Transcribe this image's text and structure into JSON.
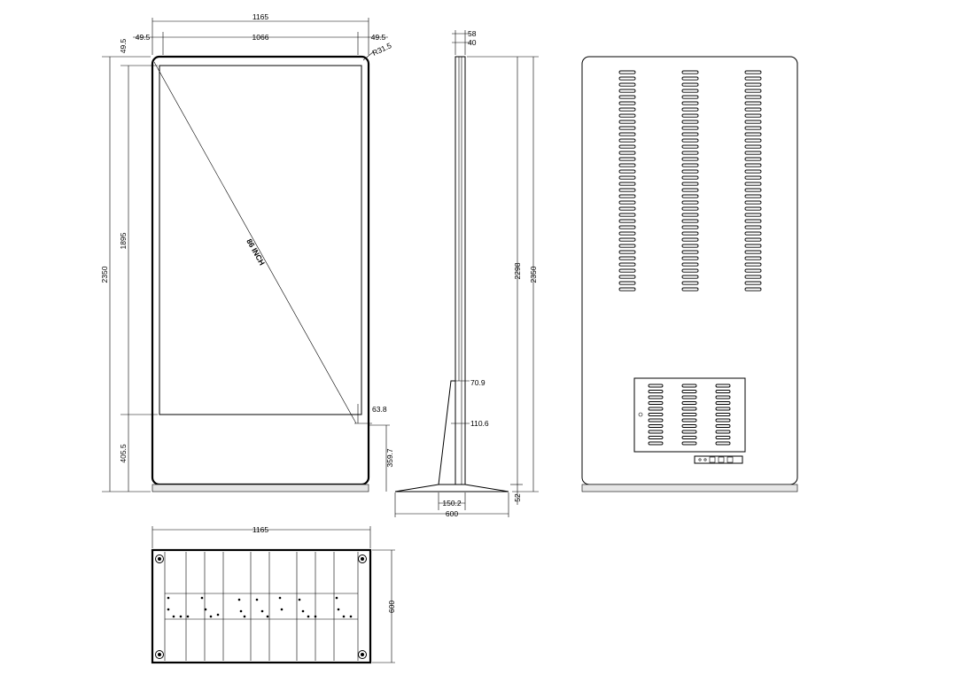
{
  "front_view": {
    "overall_width": "1165",
    "inner_width": "1066",
    "side_margin_left": "49.5",
    "side_margin_right": "49.5",
    "top_margin": "49.5",
    "corner_radius": "R31.5",
    "overall_height": "2350",
    "screen_height": "1895",
    "bottom_height": "405.5",
    "bottom_offset": "63.8",
    "base_height": "359.7",
    "diagonal_label": "86 INCH"
  },
  "side_view": {
    "top_depth": "58",
    "panel_depth": "40",
    "depth_at_joint": "70.9",
    "depth_at_stand": "110.6",
    "stand_width": "150.2",
    "base_depth": "600",
    "panel_height": "2298",
    "overall_height": "2350",
    "base_thickness": "52"
  },
  "bottom_view": {
    "width": "1165",
    "depth": "600"
  },
  "colors": {
    "line": "#000000",
    "background": "#ffffff",
    "base_fill": "#e6e6e6"
  }
}
